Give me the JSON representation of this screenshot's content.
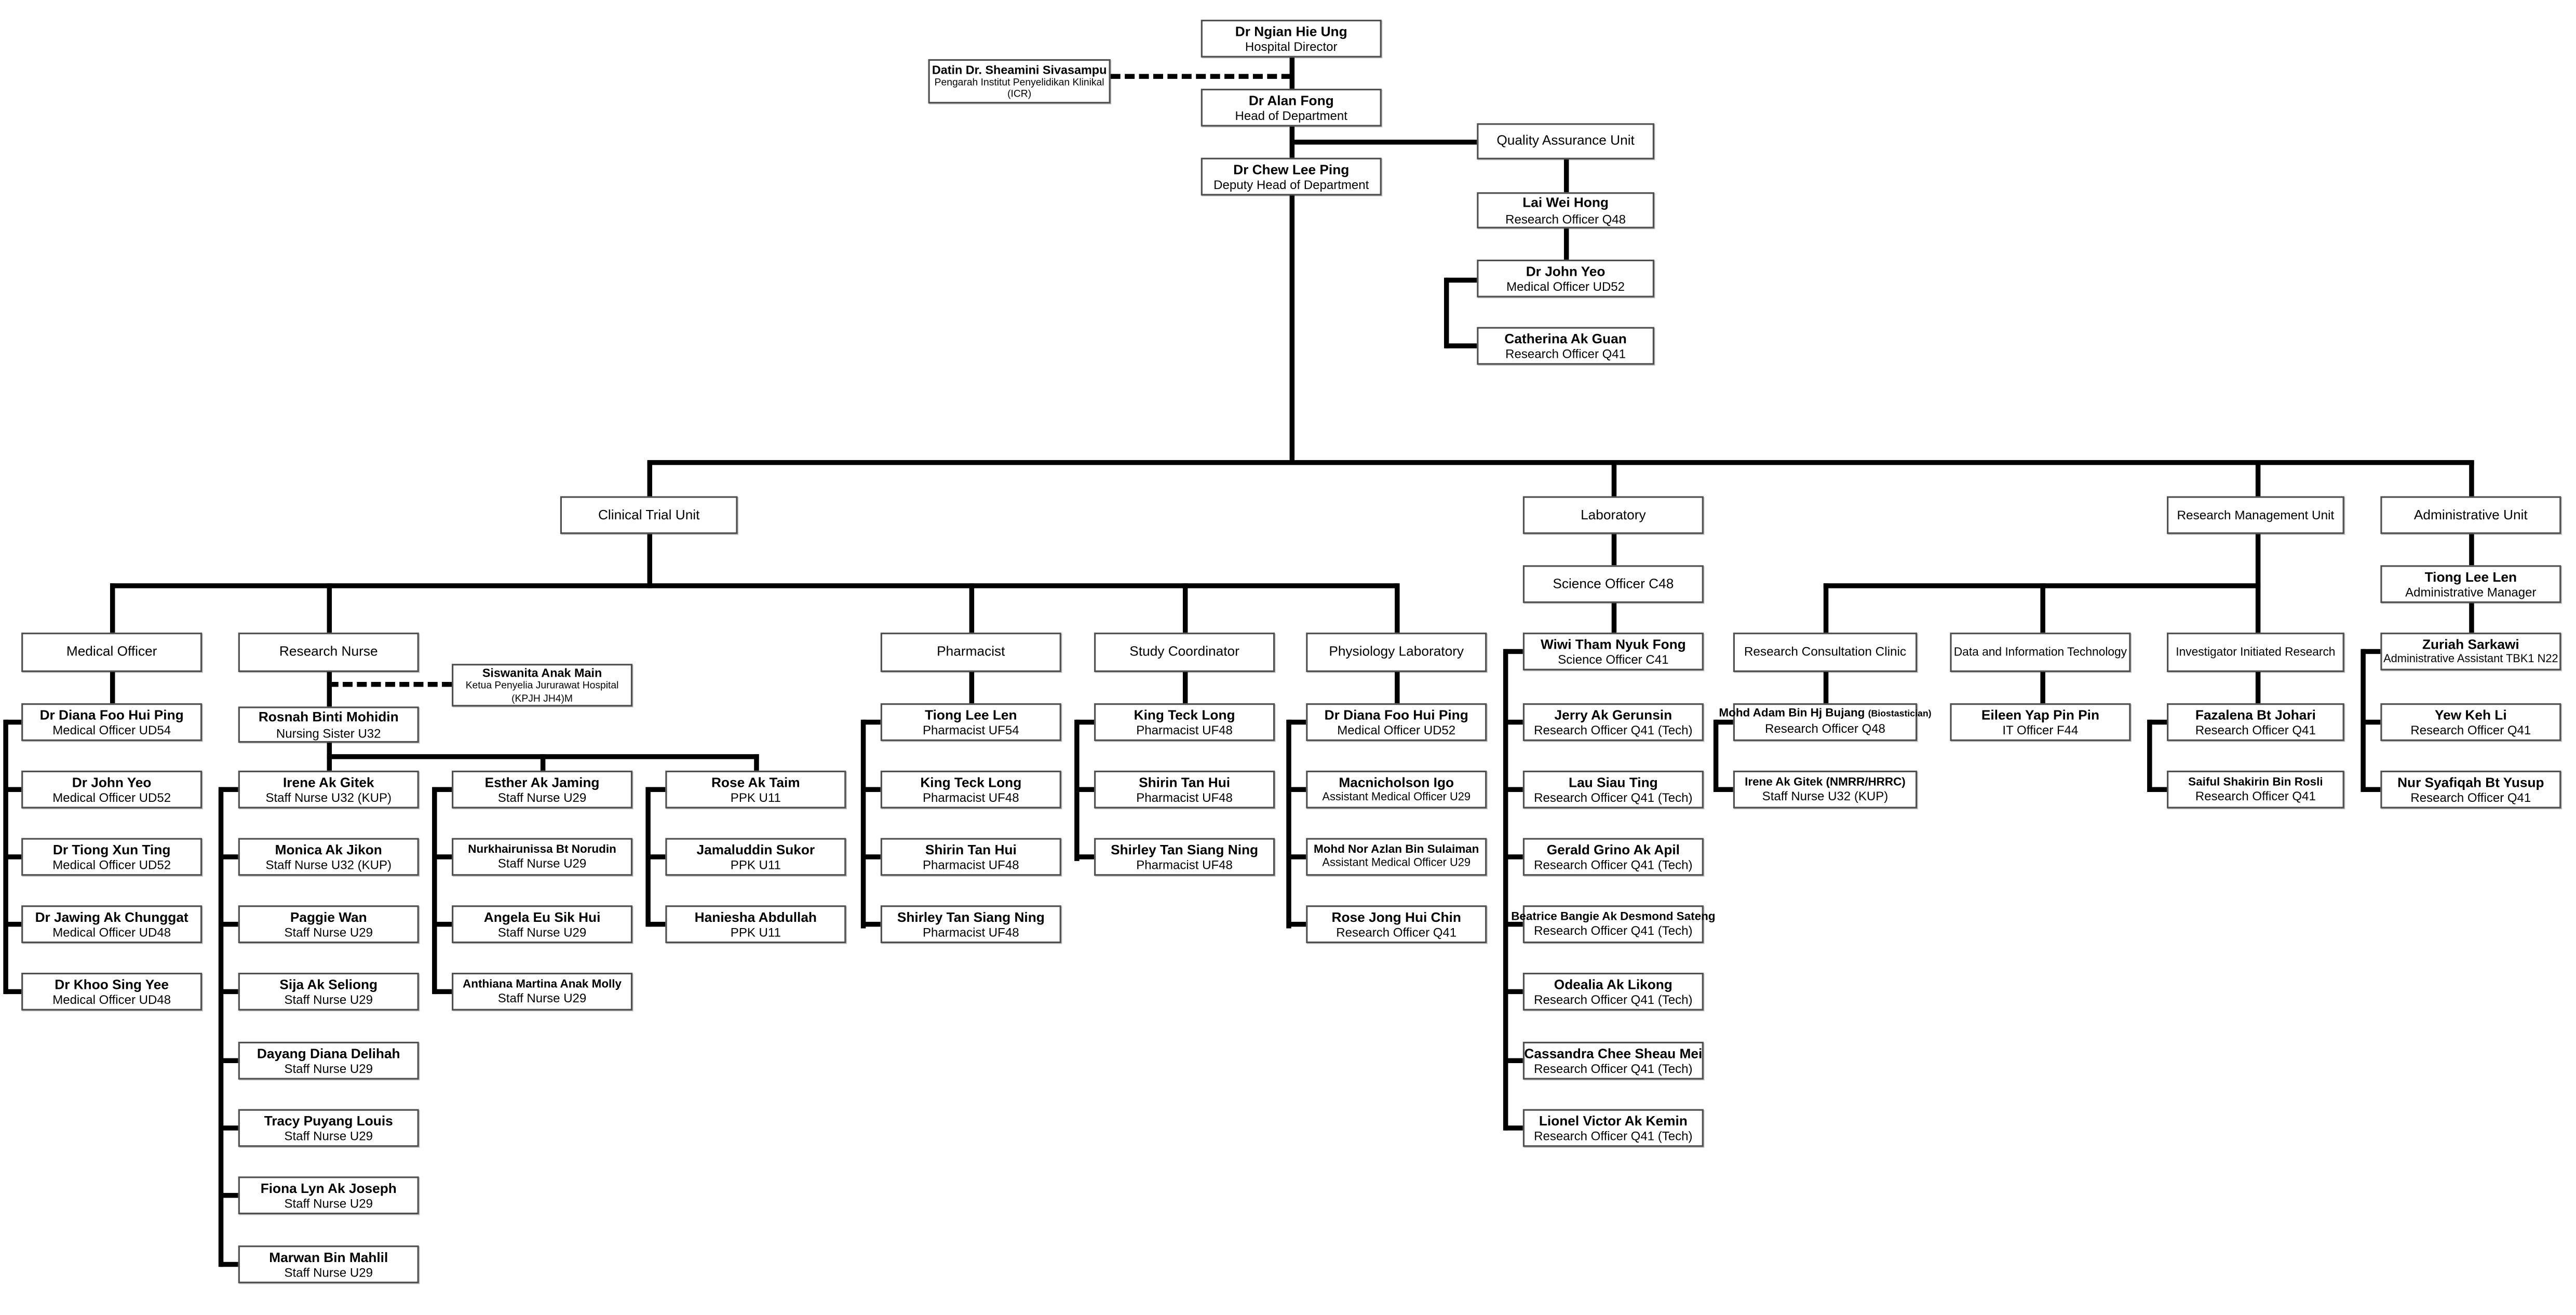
{
  "chart": {
    "top": {
      "hospital_director": {
        "name": "Dr Ngian Hie Ung",
        "title": "Hospital Director"
      },
      "icr_director": {
        "name": "Datin Dr. Sheamini Sivasampu",
        "title": "Pengarah Institut Penyelidikan Klinikal (ICR)"
      },
      "head_of_department": {
        "name": "Dr Alan Fong",
        "title": "Head of Department"
      },
      "deputy_head": {
        "name": "Dr Chew Lee Ping",
        "title": "Deputy Head of Department"
      },
      "quality_assurance": {
        "label": "Quality Assurance Unit",
        "members": [
          {
            "name": "Lai Wei Hong",
            "title": "Research Officer Q48"
          },
          {
            "name": "Dr John Yeo",
            "title": "Medical Officer UD52"
          },
          {
            "name": "Catherina Ak Guan",
            "title": "Research Officer Q41"
          }
        ]
      }
    },
    "clinical_trial_unit": {
      "label": "Clinical Trial Unit",
      "medical_officer": {
        "label": "Medical Officer",
        "members": [
          {
            "name": "Dr Diana Foo Hui Ping",
            "title": "Medical Officer UD54"
          },
          {
            "name": "Dr John Yeo",
            "title": "Medical Officer UD52"
          },
          {
            "name": "Dr Tiong Xun Ting",
            "title": "Medical Officer UD52"
          },
          {
            "name": "Dr Jawing Ak Chunggat",
            "title": "Medical Officer UD48"
          },
          {
            "name": "Dr Khoo Sing Yee",
            "title": "Medical Officer UD48"
          }
        ]
      },
      "research_nurse": {
        "label": "Research Nurse",
        "advisor": {
          "name": "Siswanita Anak Main",
          "title": "Ketua Penyelia Jururawat Hospital (KPJH JH4)M"
        },
        "lead": {
          "name": "Rosnah Binti Mohidin",
          "title": "Nursing Sister U32"
        },
        "group1": [
          {
            "name": "Irene Ak Gitek",
            "title": "Staff Nurse U32 (KUP)"
          },
          {
            "name": "Monica Ak Jikon",
            "title": "Staff Nurse U32 (KUP)"
          },
          {
            "name": "Paggie Wan",
            "title": "Staff Nurse U29"
          },
          {
            "name": "Sija Ak Seliong",
            "title": "Staff Nurse U29"
          },
          {
            "name": "Dayang Diana Delihah",
            "title": "Staff Nurse U29"
          },
          {
            "name": "Tracy Puyang Louis",
            "title": "Staff Nurse U29"
          },
          {
            "name": "Fiona Lyn Ak Joseph",
            "title": "Staff Nurse U29"
          },
          {
            "name": "Marwan Bin Mahlil",
            "title": "Staff Nurse U29"
          }
        ],
        "group2": [
          {
            "name": "Esther Ak Jaming",
            "title": "Staff Nurse U29"
          },
          {
            "name": "Nurkhairunissa Bt Norudin",
            "title": "Staff Nurse U29"
          },
          {
            "name": "Angela Eu Sik Hui",
            "title": "Staff Nurse U29"
          },
          {
            "name": "Anthiana Martina Anak Molly",
            "title": "Staff Nurse U29"
          }
        ],
        "group3": [
          {
            "name": "Rose Ak Taim",
            "title": "PPK U11"
          },
          {
            "name": "Jamaluddin Sukor",
            "title": "PPK U11"
          },
          {
            "name": "Haniesha Abdullah",
            "title": "PPK U11"
          }
        ]
      },
      "pharmacist": {
        "label": "Pharmacist",
        "members": [
          {
            "name": "Tiong Lee Len",
            "title": "Pharmacist UF54"
          },
          {
            "name": "King Teck Long",
            "title": "Pharmacist UF48"
          },
          {
            "name": "Shirin Tan Hui",
            "title": "Pharmacist UF48"
          },
          {
            "name": "Shirley Tan Siang Ning",
            "title": "Pharmacist UF48"
          }
        ]
      },
      "study_coordinator": {
        "label": "Study Coordinator",
        "members": [
          {
            "name": "King Teck Long",
            "title": "Pharmacist UF48"
          },
          {
            "name": "Shirin Tan Hui",
            "title": "Pharmacist UF48"
          },
          {
            "name": "Shirley Tan Siang Ning",
            "title": "Pharmacist UF48"
          }
        ]
      },
      "physiology_laboratory": {
        "label": "Physiology Laboratory",
        "members": [
          {
            "name": "Dr Diana Foo Hui Ping",
            "title": "Medical Officer UD52"
          },
          {
            "name": "Macnicholson Igo",
            "title": "Assistant Medical Officer U29"
          },
          {
            "name": "Mohd Nor Azlan Bin Sulaiman",
            "title": "Assistant Medical Officer U29"
          },
          {
            "name": "Rose Jong Hui Chin",
            "title": "Research Officer Q41"
          }
        ]
      }
    },
    "laboratory": {
      "label": "Laboratory",
      "science_officer_label": "Science Officer C48",
      "lead": {
        "name": "Wiwi Tham Nyuk Fong",
        "title": "Science Officer C41"
      },
      "members": [
        {
          "name": "Jerry Ak Gerunsin",
          "title": "Research Officer Q41 (Tech)"
        },
        {
          "name": "Lau Siau Ting",
          "title": "Research Officer Q41 (Tech)"
        },
        {
          "name": "Gerald Grino Ak Apil",
          "title": "Research Officer Q41 (Tech)"
        },
        {
          "name": "Beatrice Bangie Ak Desmond Sateng",
          "title": "Research Officer Q41 (Tech)"
        },
        {
          "name": "Odealia Ak Likong",
          "title": "Research Officer Q41 (Tech)"
        },
        {
          "name": "Cassandra Chee Sheau Mei",
          "title": "Research Officer Q41 (Tech)"
        },
        {
          "name": "Lionel Victor Ak Kemin",
          "title": "Research Officer Q41 (Tech)"
        }
      ]
    },
    "research_management_unit": {
      "label": "Research Management Unit",
      "research_consultation_clinic": {
        "label": "Research Consultation Clinic",
        "members": [
          {
            "name": "Mohd Adam Bin Hj Bujang",
            "name_suffix": "(Biostastician)",
            "title": "Research Officer Q48"
          },
          {
            "name": "Irene Ak Gitek (NMRR/HRRC)",
            "title": "Staff Nurse U32 (KUP)"
          }
        ]
      },
      "data_information_technology": {
        "label": "Data and Information Technology",
        "members": [
          {
            "name": "Eileen Yap Pin Pin",
            "title": "IT Officer F44"
          }
        ]
      },
      "investigator_initiated_research": {
        "label": "Investigator Initiated Research",
        "members": [
          {
            "name": "Fazalena Bt Johari",
            "title": "Research Officer Q41"
          },
          {
            "name": "Saiful Shakirin Bin Rosli",
            "title": "Research Officer Q41"
          }
        ]
      }
    },
    "administrative_unit": {
      "label": "Administrative Unit",
      "manager": {
        "name": "Tiong Lee Len",
        "title": "Administrative Manager"
      },
      "members": [
        {
          "name": "Zuriah Sarkawi",
          "title": "Administrative Assistant TBK1 N22"
        },
        {
          "name": "Yew Keh Li",
          "title": "Research Officer Q41"
        },
        {
          "name": "Nur Syafiqah Bt Yusup",
          "title": "Research Officer Q41"
        }
      ]
    }
  }
}
